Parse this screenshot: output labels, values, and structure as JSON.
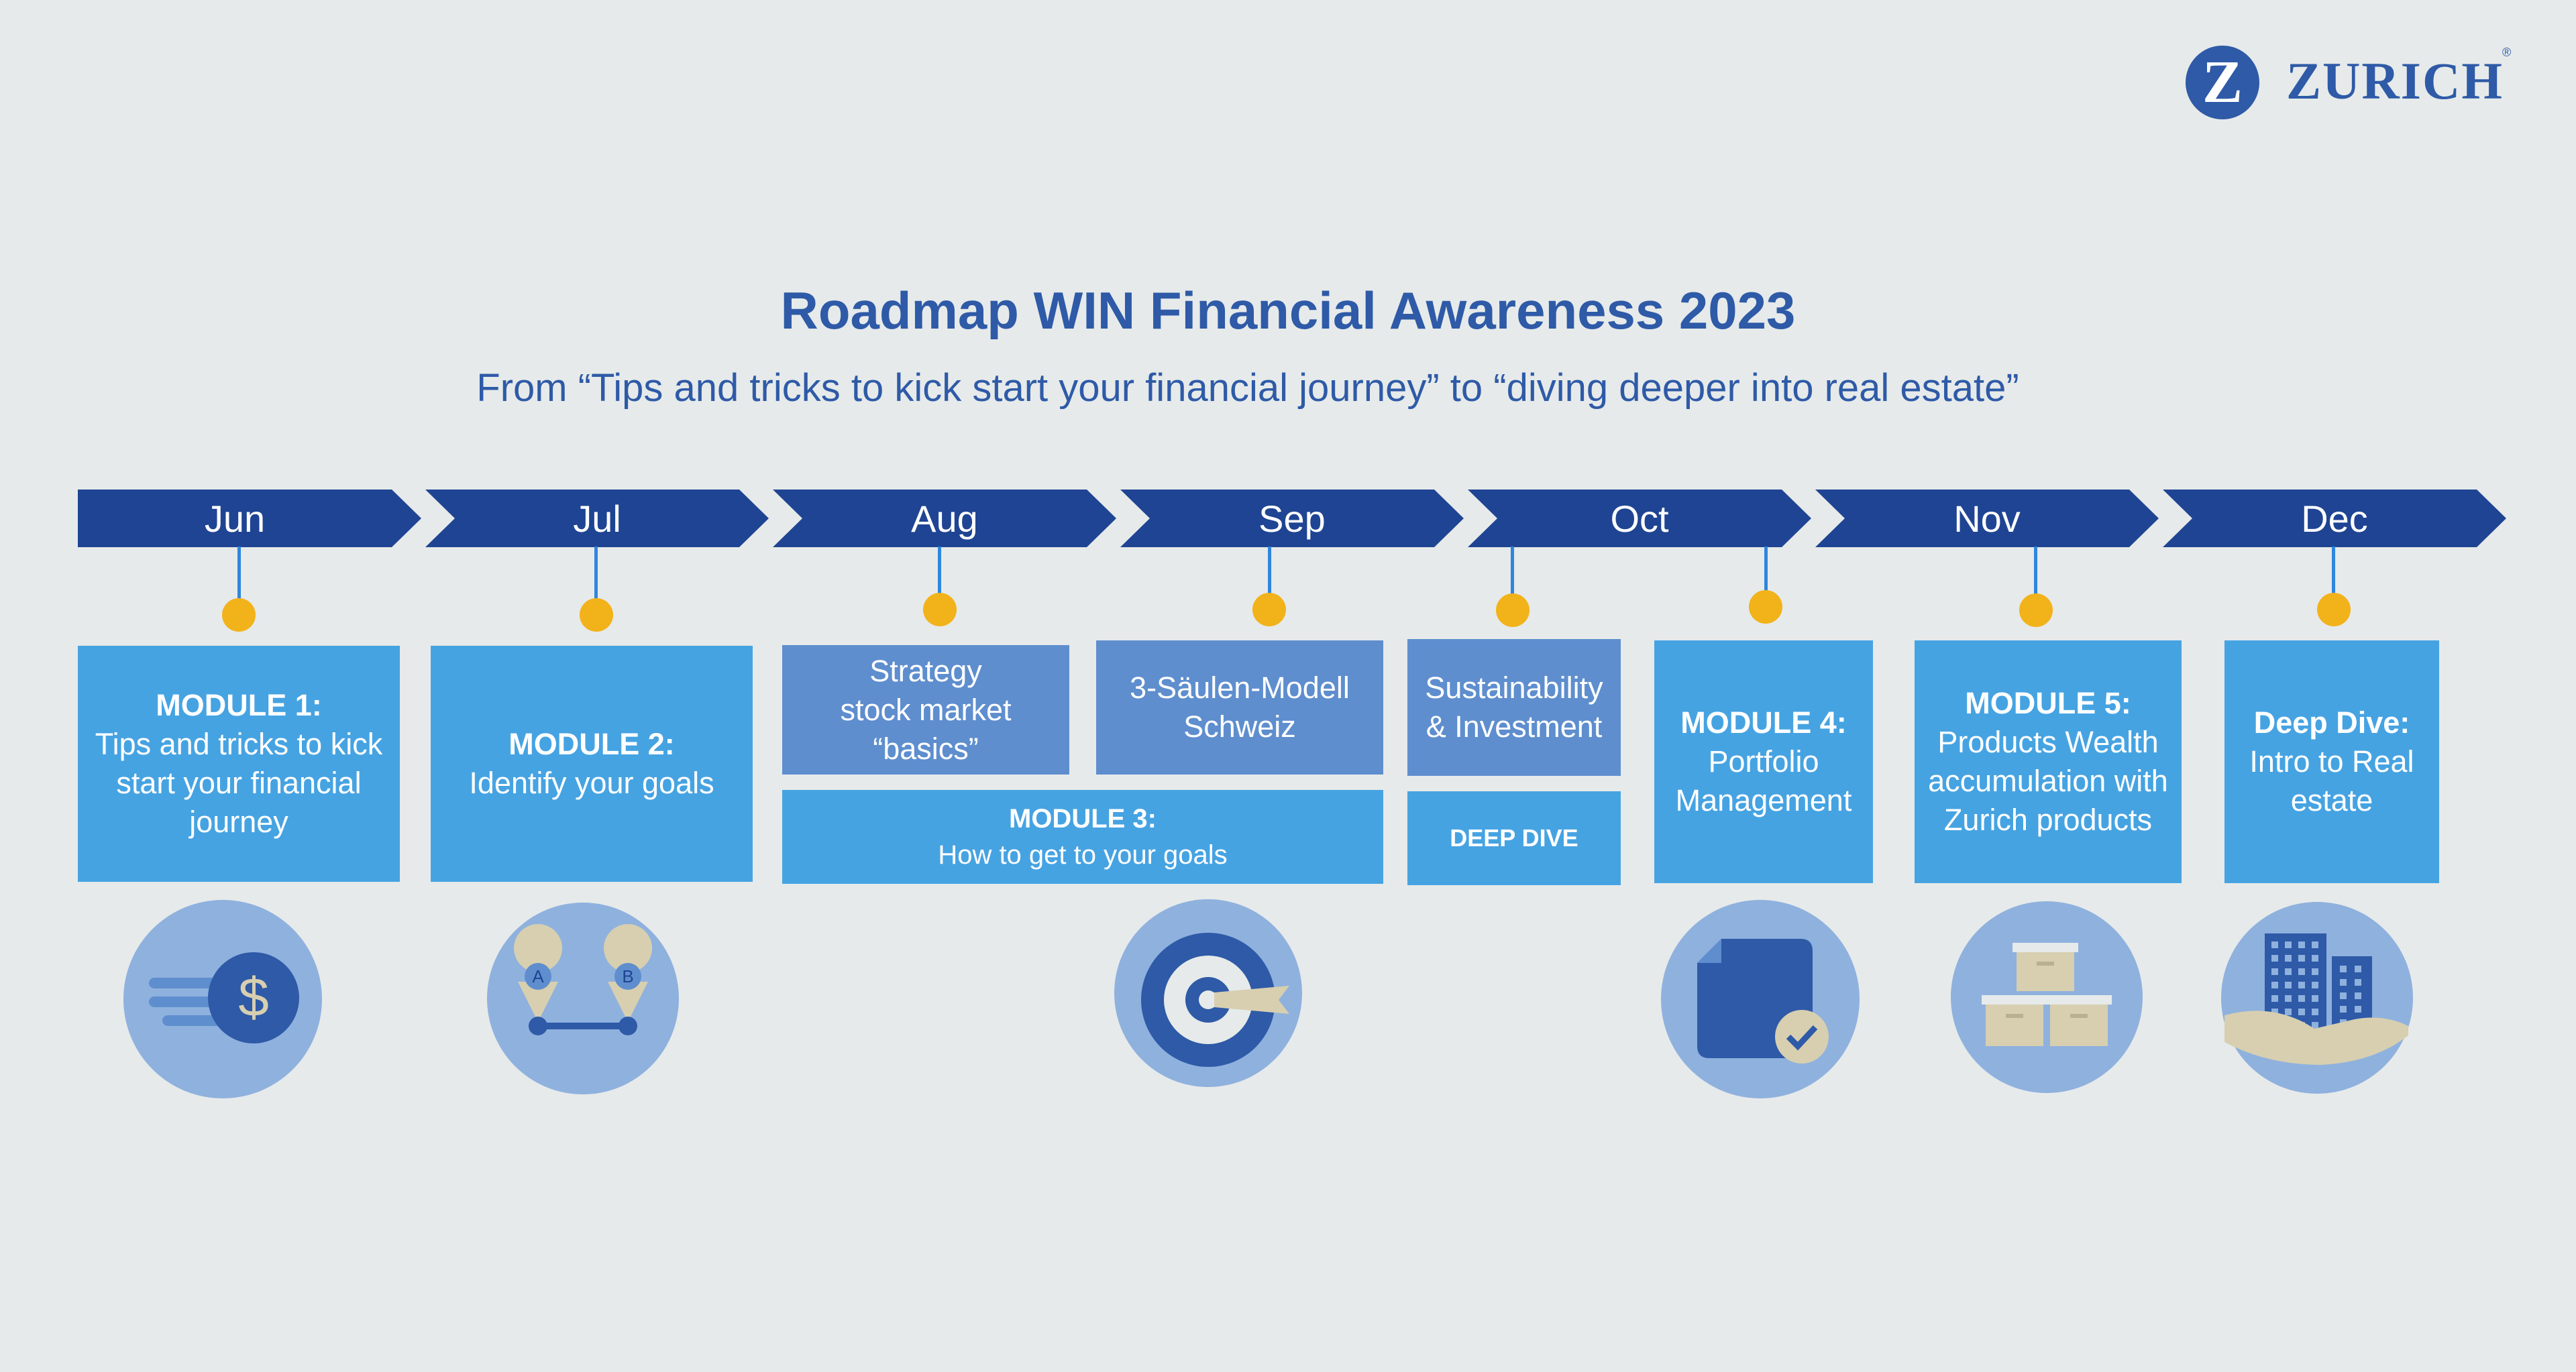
{
  "logo": {
    "text": "ZURICH",
    "mark": "Z",
    "registered": "®"
  },
  "title": "Roadmap WIN Financial Awareness 2023",
  "subtitle": "From “Tips and tricks to kick start your financial journey” to “diving deeper into real estate”",
  "months": [
    "Jun",
    "Jul",
    "Aug",
    "Sep",
    "Oct",
    "Nov",
    "Dec"
  ],
  "colors": {
    "arrow": "#1f4493",
    "box_light": "#46a3e2",
    "box_dark": "#5e8ece",
    "dot": "#f2b21a",
    "icon_bg": "#8fb1de",
    "title": "#2e5aa7"
  },
  "boxes": {
    "m1": {
      "heading": "MODULE 1:",
      "lines": [
        "Tips and tricks to kick",
        "start your financial",
        "journey"
      ]
    },
    "m2": {
      "heading": "MODULE 2:",
      "lines": [
        "Identify your goals"
      ]
    },
    "strategy": {
      "lines": [
        "Strategy",
        "stock market",
        "“basics”"
      ]
    },
    "saeulen": {
      "lines": [
        "3-Säulen-Modell",
        "Schweiz"
      ]
    },
    "sustain": {
      "lines": [
        "Sustainability",
        "& Investment"
      ]
    },
    "m3": {
      "heading": "MODULE 3:",
      "lines": [
        "How to get to your goals"
      ]
    },
    "deepdive": {
      "heading": "DEEP DIVE"
    },
    "m4": {
      "heading": "MODULE 4:",
      "lines": [
        "Portfolio",
        "Management"
      ]
    },
    "m5": {
      "heading": "MODULE 5:",
      "lines": [
        "Products Wealth",
        "accumulation with",
        "Zurich products"
      ]
    },
    "dd": {
      "heading": "Deep Dive:",
      "lines": [
        "Intro to Real",
        "estate"
      ]
    }
  },
  "icons": [
    "dollar-speed-icon",
    "route-a-b-icon",
    "target-icon",
    "document-check-icon",
    "boxes-icon",
    "building-hand-icon"
  ],
  "icon_labels": {
    "route": [
      "A",
      "B"
    ],
    "dollar": "$"
  }
}
